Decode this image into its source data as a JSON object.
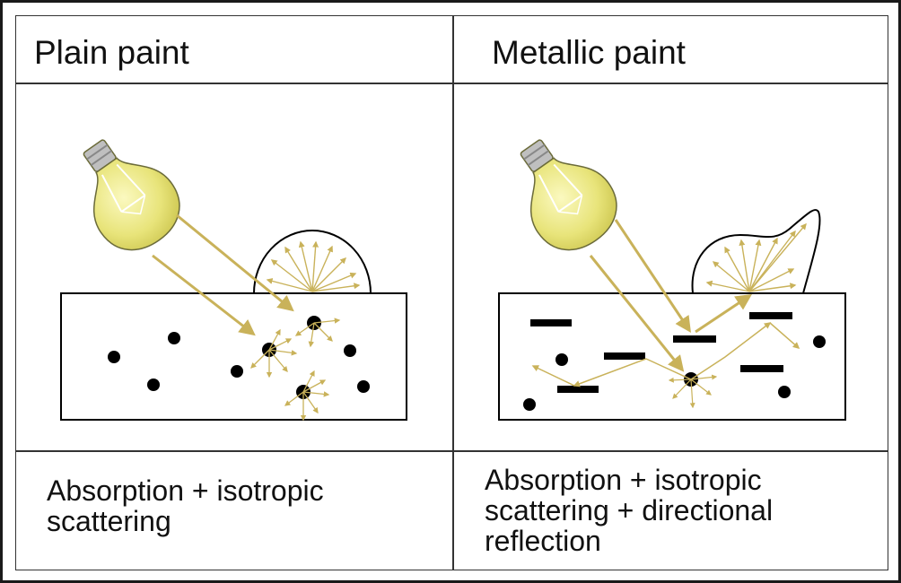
{
  "panels": [
    {
      "id": "plain",
      "header": "Plain paint",
      "caption_lines": [
        "Absorption + isotropic",
        "scattering"
      ]
    },
    {
      "id": "metallic",
      "header": "Metallic paint",
      "caption_lines": [
        "Absorption + isotropic",
        "scattering + directional",
        "reflection"
      ]
    }
  ],
  "colors": {
    "ray": "#c9b25a",
    "bulb": "#e8e68a",
    "bulb_outline": "#6b6b3a",
    "particle": "#000000",
    "flake": "#000000",
    "lobe": "#000000"
  },
  "icons": {
    "light_source": "light-bulb-icon"
  }
}
